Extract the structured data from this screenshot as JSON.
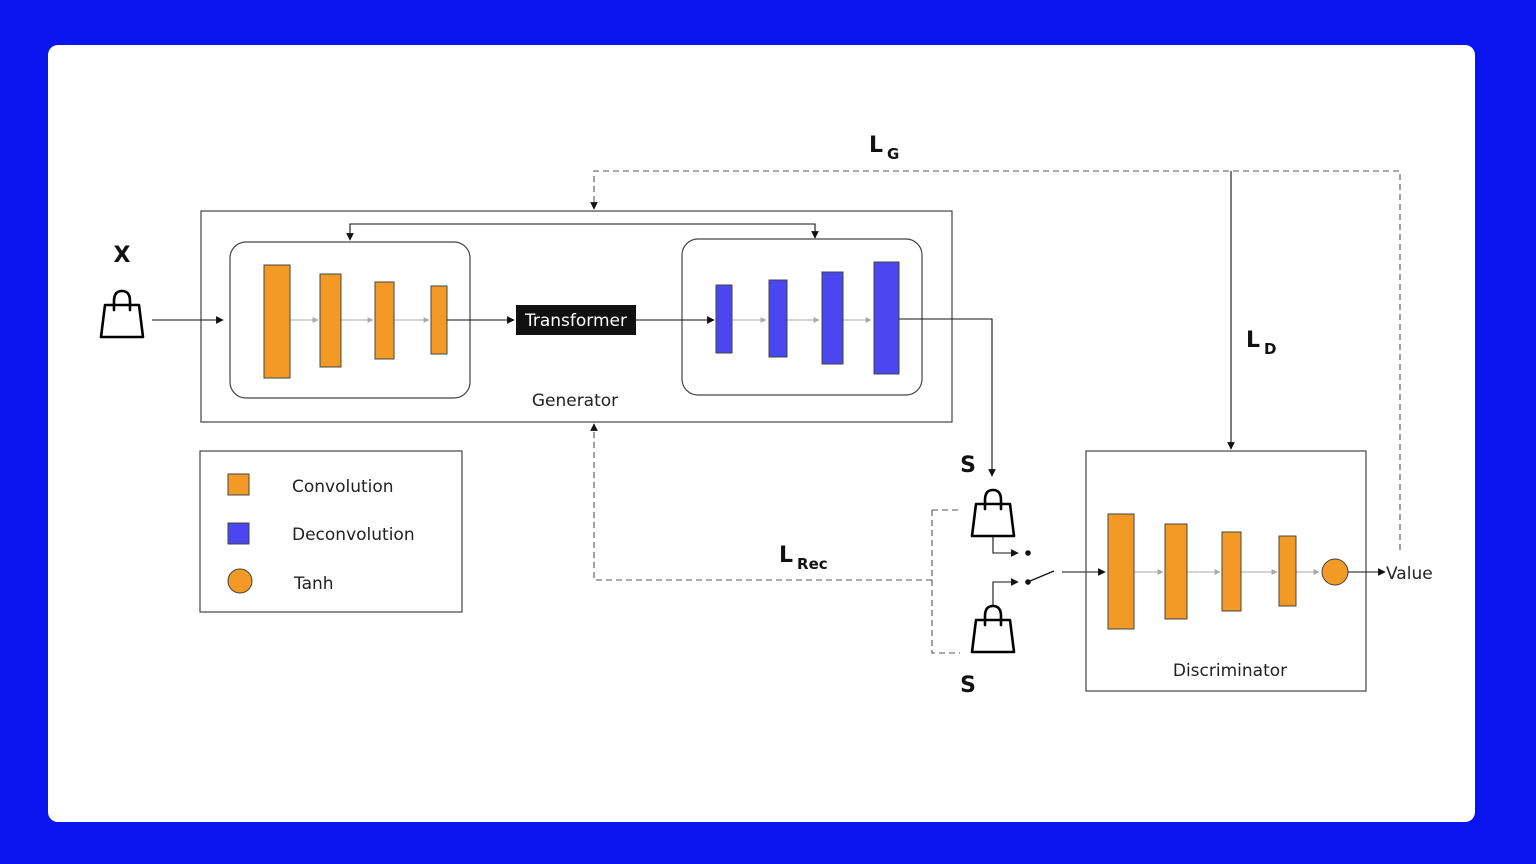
{
  "input_symbol": "X",
  "output_symbol_top": "S",
  "output_symbol_bottom": "S",
  "transformer_label": "Transformer",
  "generator_label": "Generator",
  "discriminator_label": "Discriminator",
  "value_label": "Value",
  "losses": {
    "generator": {
      "main": "L",
      "sub": "G"
    },
    "discriminator": {
      "main": "L",
      "sub": "D"
    },
    "reconstruction": {
      "main": "L",
      "sub": "Rec"
    }
  },
  "legend": [
    {
      "label": "Convolution",
      "shape": "square",
      "color": "#f39a26"
    },
    {
      "label": "Deconvolution",
      "shape": "square",
      "color": "#4a46f0"
    },
    {
      "label": "Tanh",
      "shape": "circle",
      "color": "#f39a26"
    }
  ],
  "colors": {
    "frame": "#0a14ee",
    "convolution": "#f39a26",
    "deconvolution": "#4a46f0",
    "transformer_bg": "#111111"
  },
  "icons": [
    "shopping-bag-icon"
  ]
}
